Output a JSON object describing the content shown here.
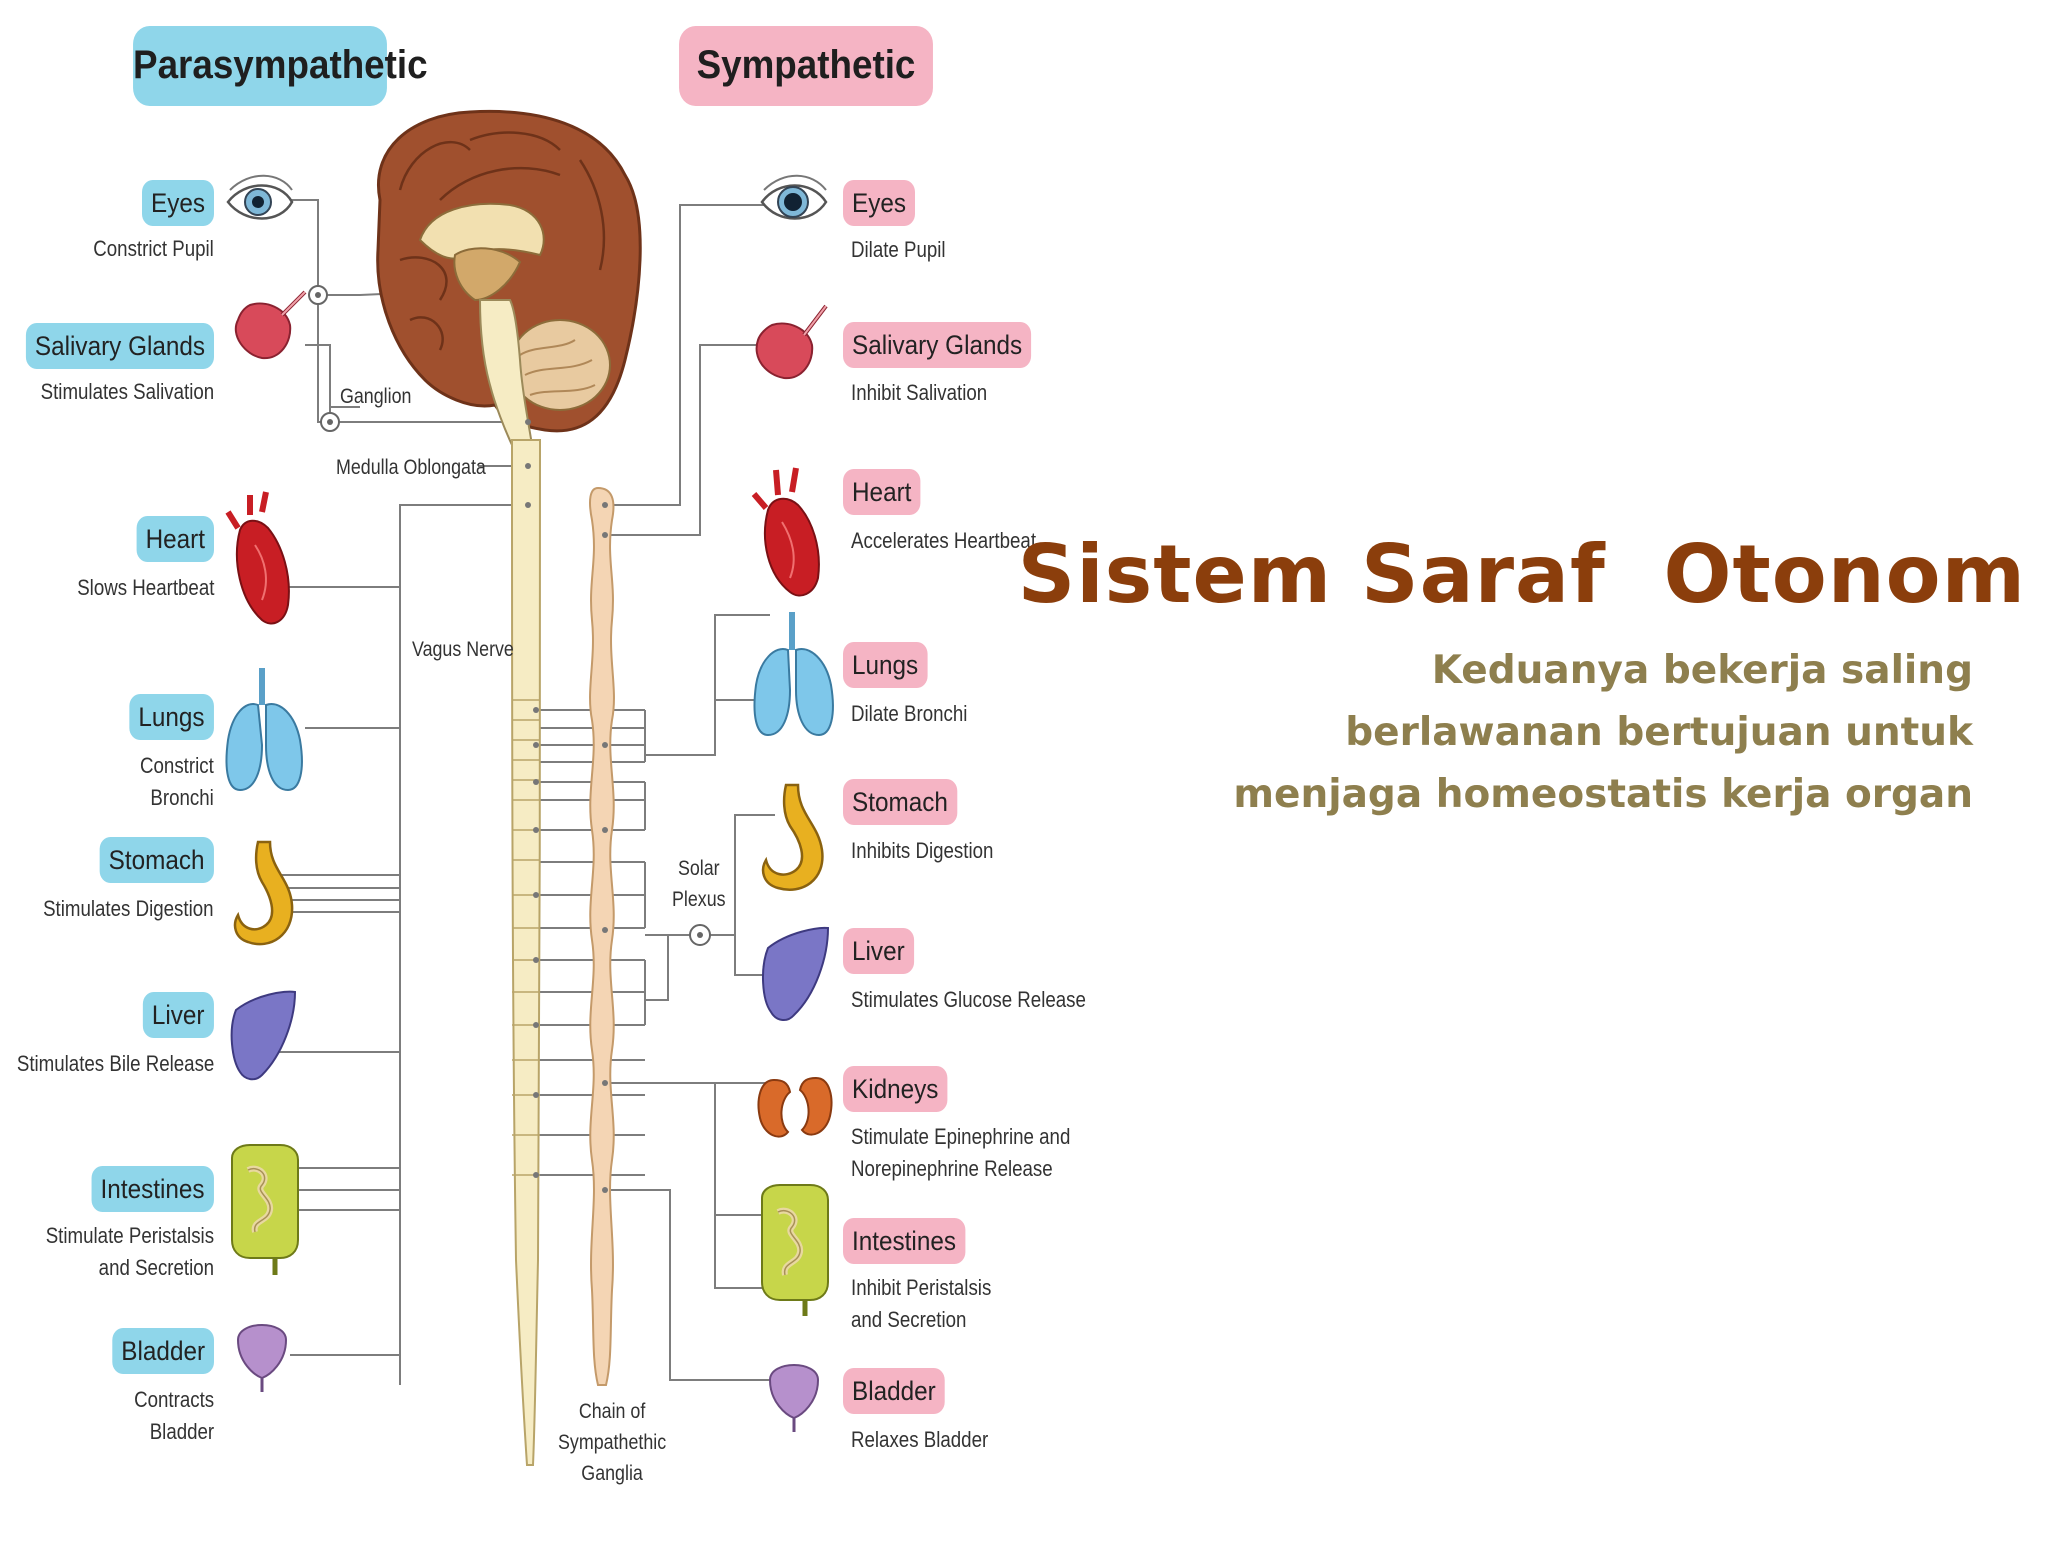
{
  "slide": {
    "title": "Sistem Saraf  Otonom",
    "subtitle_lines": [
      "Keduanya bekerja saling",
      "berlawanan bertujuan untuk",
      "menjaga homeostatis kerja organ"
    ]
  },
  "diagram": {
    "parasympathetic": {
      "header": "Parasympathetic",
      "color": "#8fd6ea",
      "organs": [
        {
          "name": "Eyes",
          "effect": [
            "Constrict Pupil"
          ]
        },
        {
          "name": "Salivary Glands",
          "effect": [
            "Stimulates Salivation"
          ]
        },
        {
          "name": "Heart",
          "effect": [
            "Slows Heartbeat"
          ]
        },
        {
          "name": "Lungs",
          "effect": [
            "Constrict",
            "Bronchi"
          ]
        },
        {
          "name": "Stomach",
          "effect": [
            "Stimulates Digestion"
          ]
        },
        {
          "name": "Liver",
          "effect": [
            "Stimulates Bile Release"
          ]
        },
        {
          "name": "Intestines",
          "effect": [
            "Stimulate Peristalsis",
            "and Secretion"
          ]
        },
        {
          "name": "Bladder",
          "effect": [
            "Contracts",
            "Bladder"
          ]
        }
      ]
    },
    "sympathetic": {
      "header": "Sympathetic",
      "color": "#f5b4c4",
      "organs": [
        {
          "name": "Eyes",
          "effect": [
            "Dilate Pupil"
          ]
        },
        {
          "name": "Salivary Glands",
          "effect": [
            "Inhibit Salivation"
          ]
        },
        {
          "name": "Heart",
          "effect": [
            "Accelerates Heartbeat"
          ]
        },
        {
          "name": "Lungs",
          "effect": [
            "Dilate Bronchi"
          ]
        },
        {
          "name": "Stomach",
          "effect": [
            "Inhibits Digestion"
          ]
        },
        {
          "name": "Liver",
          "effect": [
            "Stimulates Glucose Release"
          ]
        },
        {
          "name": "Kidneys",
          "effect": [
            "Stimulate Epinephrine and",
            "Norepinephrine Release"
          ]
        },
        {
          "name": "Intestines",
          "effect": [
            "Inhibit Peristalsis",
            "and Secretion"
          ]
        },
        {
          "name": "Bladder",
          "effect": [
            "Relaxes Bladder"
          ]
        }
      ]
    },
    "anatomy_labels": {
      "ganglion": "Ganglion",
      "medulla": "Medulla Oblongata",
      "vagus": "Vagus Nerve",
      "solar_plexus": [
        "Solar",
        "Plexus"
      ],
      "chain": [
        "Chain of",
        "Sympathethic",
        "Ganglia"
      ]
    },
    "organ_colors": {
      "brain": "#a0502e",
      "heart": "#c81e24",
      "lungs": "#7ec7ea",
      "stomach": "#e8b020",
      "liver": "#7a76c6",
      "intestines": "#c7d64a",
      "bladder": "#b690cc",
      "kidneys": "#d96a2a",
      "salivary": "#d84a5a",
      "spinal_cord": "#f6ecc4",
      "chain": "#f4d5b4"
    }
  }
}
